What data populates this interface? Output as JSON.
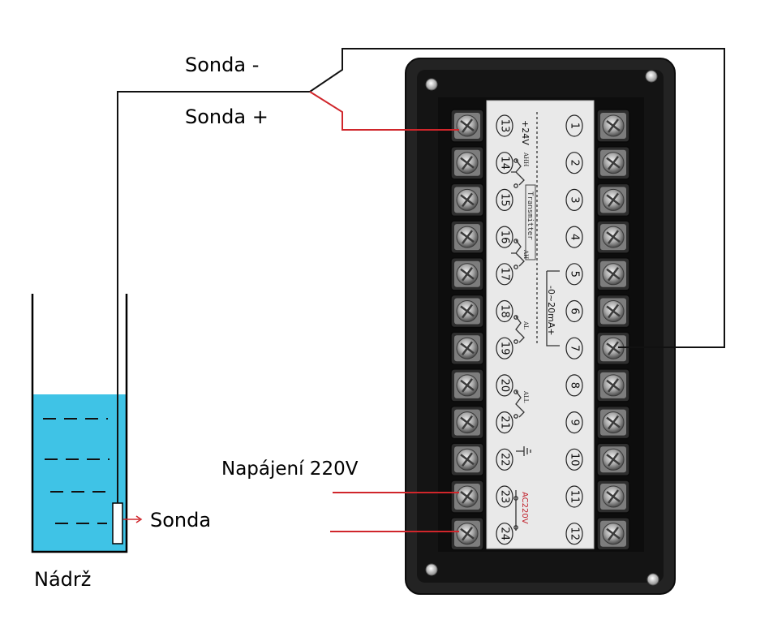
{
  "labels": {
    "sonda_minus": "Sonda -",
    "sonda_plus": "Sonda +",
    "power": "Napájení 220V",
    "probe": "Sonda",
    "tank": "Nádrž"
  },
  "panel": {
    "right_numbers": [
      "1",
      "2",
      "3",
      "4",
      "5",
      "6",
      "7",
      "8",
      "9",
      "10",
      "11",
      "12"
    ],
    "left_numbers": [
      "13",
      "14",
      "15",
      "16",
      "17",
      "18",
      "19",
      "20",
      "21",
      "22",
      "23",
      "24"
    ],
    "plus24v": "+24V",
    "transmitter": "Transmitter",
    "current": "-0~20mA+",
    "ahh": "AHH",
    "ah": "AH",
    "al": "AL",
    "all": "ALL",
    "ac220": "AC220V"
  },
  "colors": {
    "wire_red": "#d0262b",
    "wire_black": "#111111",
    "water": "#3fc3e6",
    "panel_body": "#1b1b1b",
    "face_plate": "#e9e9e9"
  }
}
